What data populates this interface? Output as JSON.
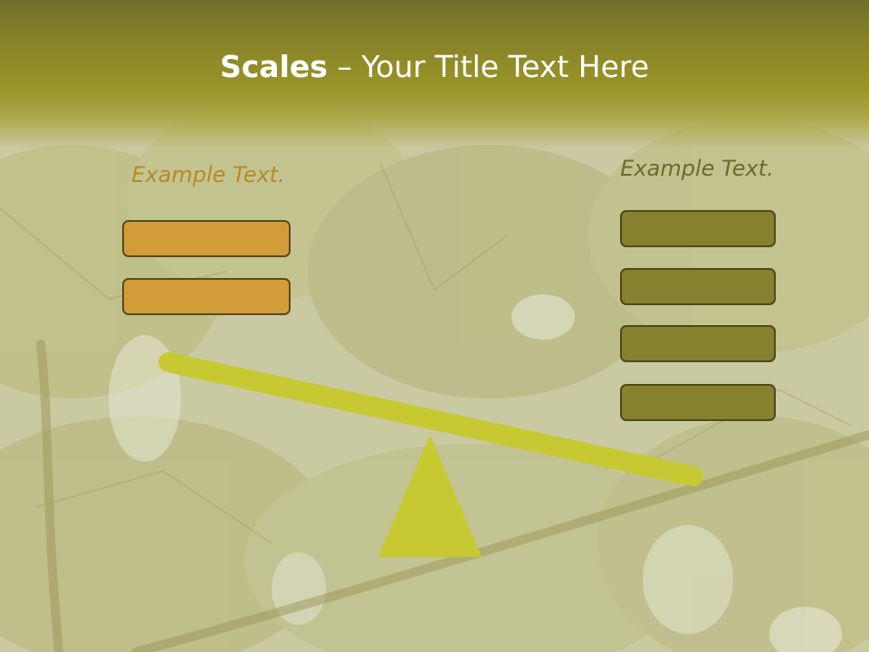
{
  "title": {
    "strong": "Scales",
    "rest": " – Your Title Text Here"
  },
  "left": {
    "label": "Example Text.",
    "box_color": "#d29d38",
    "label_color": "#b58a28"
  },
  "right": {
    "label": "Example Text.",
    "box_color": "#86802f",
    "label_color": "#6f6a2a"
  },
  "scale": {
    "beam_color": "#c8c832",
    "fulcrum_color": "#c8c832"
  },
  "colors": {
    "title_band": "#878327",
    "background": "#c9c9a0"
  }
}
